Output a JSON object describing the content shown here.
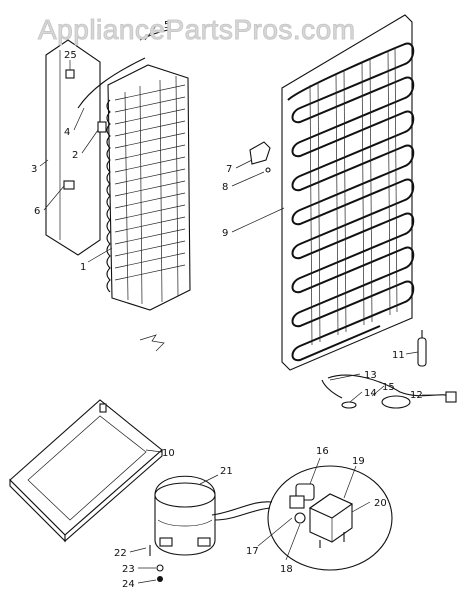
{
  "watermark": {
    "text": "AppliancePartsPros.com"
  },
  "callouts": [
    "1",
    "2",
    "3",
    "4",
    "5",
    "6",
    "7",
    "8",
    "9",
    "10",
    "11",
    "12",
    "13",
    "14",
    "15",
    "16",
    "17",
    "18",
    "19",
    "20",
    "21",
    "22",
    "23",
    "24",
    "25"
  ]
}
